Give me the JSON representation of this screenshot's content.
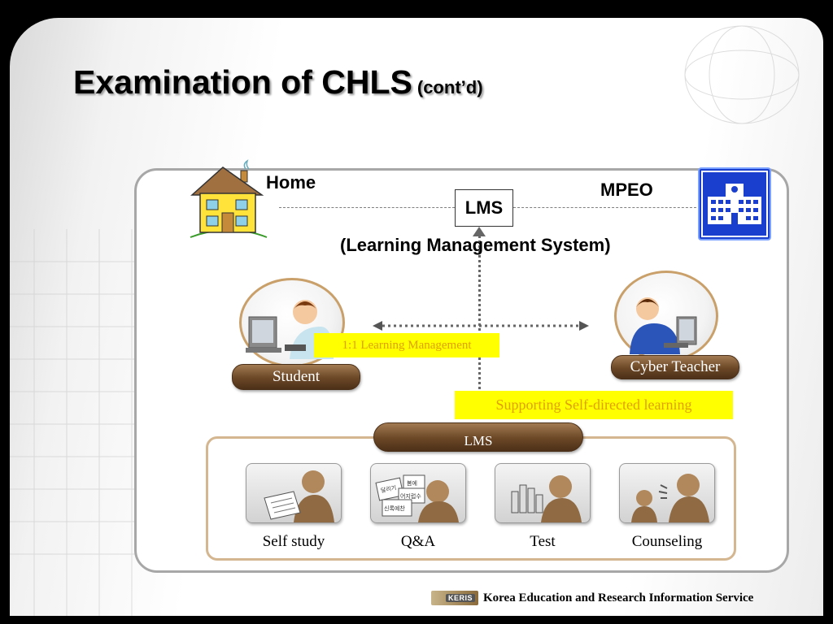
{
  "slide": {
    "title": "Examination of CHLS",
    "title_suffix": "(cont’d)"
  },
  "diagram": {
    "home_label": "Home",
    "mpeo_label": "MPEO",
    "lms_box_label": "LMS",
    "lms_full_name": "(Learning Management System)",
    "student_label": "Student",
    "teacher_label": "Cyber Teacher",
    "management_tag": "1:1 Learning Management",
    "support_tag": "Supporting Self-directed learning",
    "lms_section_label": "LMS",
    "tools": [
      {
        "label": "Self study",
        "icon": "self-study-icon"
      },
      {
        "label": "Q&A",
        "icon": "qa-icon"
      },
      {
        "label": "Test",
        "icon": "test-icon"
      },
      {
        "label": "Counseling",
        "icon": "counseling-icon"
      }
    ],
    "qa_doc_texts": [
      "달리기",
      "봄에",
      "어지럽수",
      "신록예찬"
    ]
  },
  "footer": {
    "logo_text": "KERIS",
    "org_name": "Korea Education and Research Information Service"
  },
  "colors": {
    "pill_brown": "#6b4726",
    "tag_yellow": "#ffff00",
    "tag_text": "#e0a000",
    "school_blue": "#1a3fcf",
    "panel_border": "#a7a7a7",
    "frame_border": "#d4b690"
  }
}
